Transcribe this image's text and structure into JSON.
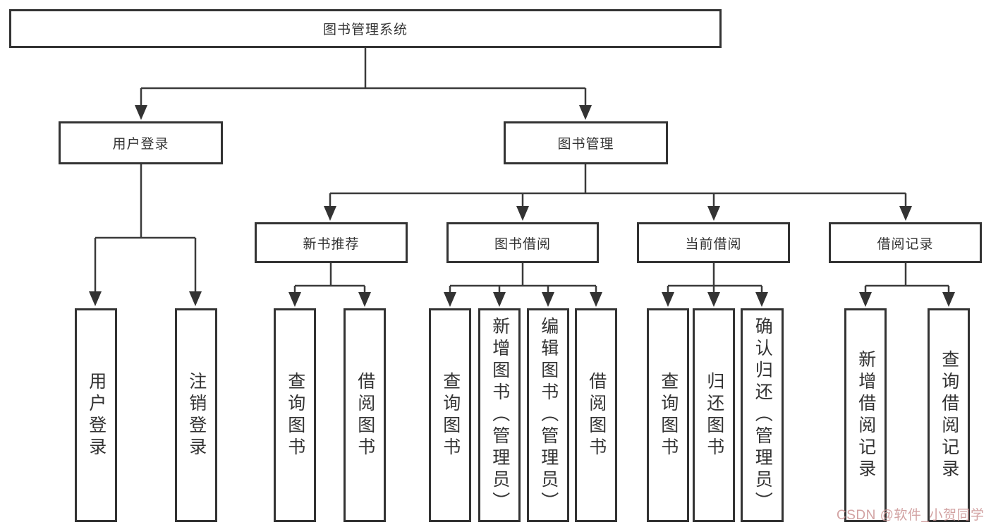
{
  "diagram_type": "hierarchy-tree",
  "tree": {
    "root": {
      "label": "图书管理系统"
    },
    "branches": [
      {
        "label": "用户登录",
        "children": [
          {
            "label": "用户登录"
          },
          {
            "label": "注销登录"
          }
        ]
      },
      {
        "label": "图书管理",
        "children": [
          {
            "label": "新书推荐",
            "children": [
              {
                "label": "查询图书"
              },
              {
                "label": "借阅图书"
              }
            ]
          },
          {
            "label": "图书借阅",
            "children": [
              {
                "label": "查询图书"
              },
              {
                "label": "新增图书（管理员）"
              },
              {
                "label": "编辑图书（管理员）"
              },
              {
                "label": "借阅图书"
              }
            ]
          },
          {
            "label": "当前借阅",
            "children": [
              {
                "label": "查询图书"
              },
              {
                "label": "归还图书"
              },
              {
                "label": "确认归还（管理员）"
              }
            ]
          },
          {
            "label": "借阅记录",
            "children": [
              {
                "label": "新增借阅记录"
              },
              {
                "label": "查询借阅记录"
              }
            ]
          }
        ]
      }
    ]
  },
  "watermark": "CSDN @软件_小贺同学",
  "colors": {
    "line": "#3a3a3a",
    "box_border": "#333333",
    "text": "#333333",
    "background": "#ffffff",
    "watermark": "#cb9292"
  }
}
